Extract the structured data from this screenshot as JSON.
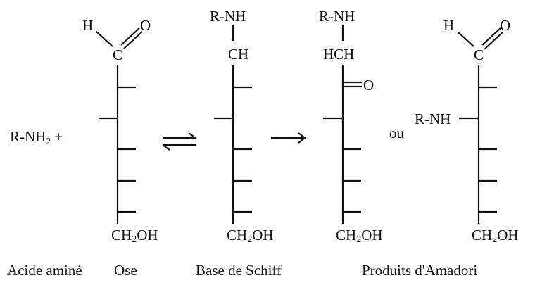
{
  "reactant": {
    "amine": "R-NH",
    "amine_sub": "2",
    "plus": "+"
  },
  "ose": {
    "h": "H",
    "o": "O",
    "c": "C",
    "bottom_a": "CH",
    "bottom_sub": "2",
    "bottom_b": "OH"
  },
  "schiff": {
    "top": "R-NH",
    "ch": "CH",
    "bottom_a": "CH",
    "bottom_sub": "2",
    "bottom_b": "OH"
  },
  "amadori1": {
    "top": "R-NH",
    "hch": "HCH",
    "o": "O",
    "bottom_a": "CH",
    "bottom_sub": "2",
    "bottom_b": "OH"
  },
  "or": "ou",
  "amadori2": {
    "h": "H",
    "o": "O",
    "c": "C",
    "rnh": "R-NH",
    "bottom_a": "CH",
    "bottom_sub": "2",
    "bottom_b": "OH"
  },
  "labels": {
    "amino_acid": "Acide aminé",
    "ose": "Ose",
    "schiff": "Base de Schiff",
    "amadori": "Produits d'Amadori"
  }
}
